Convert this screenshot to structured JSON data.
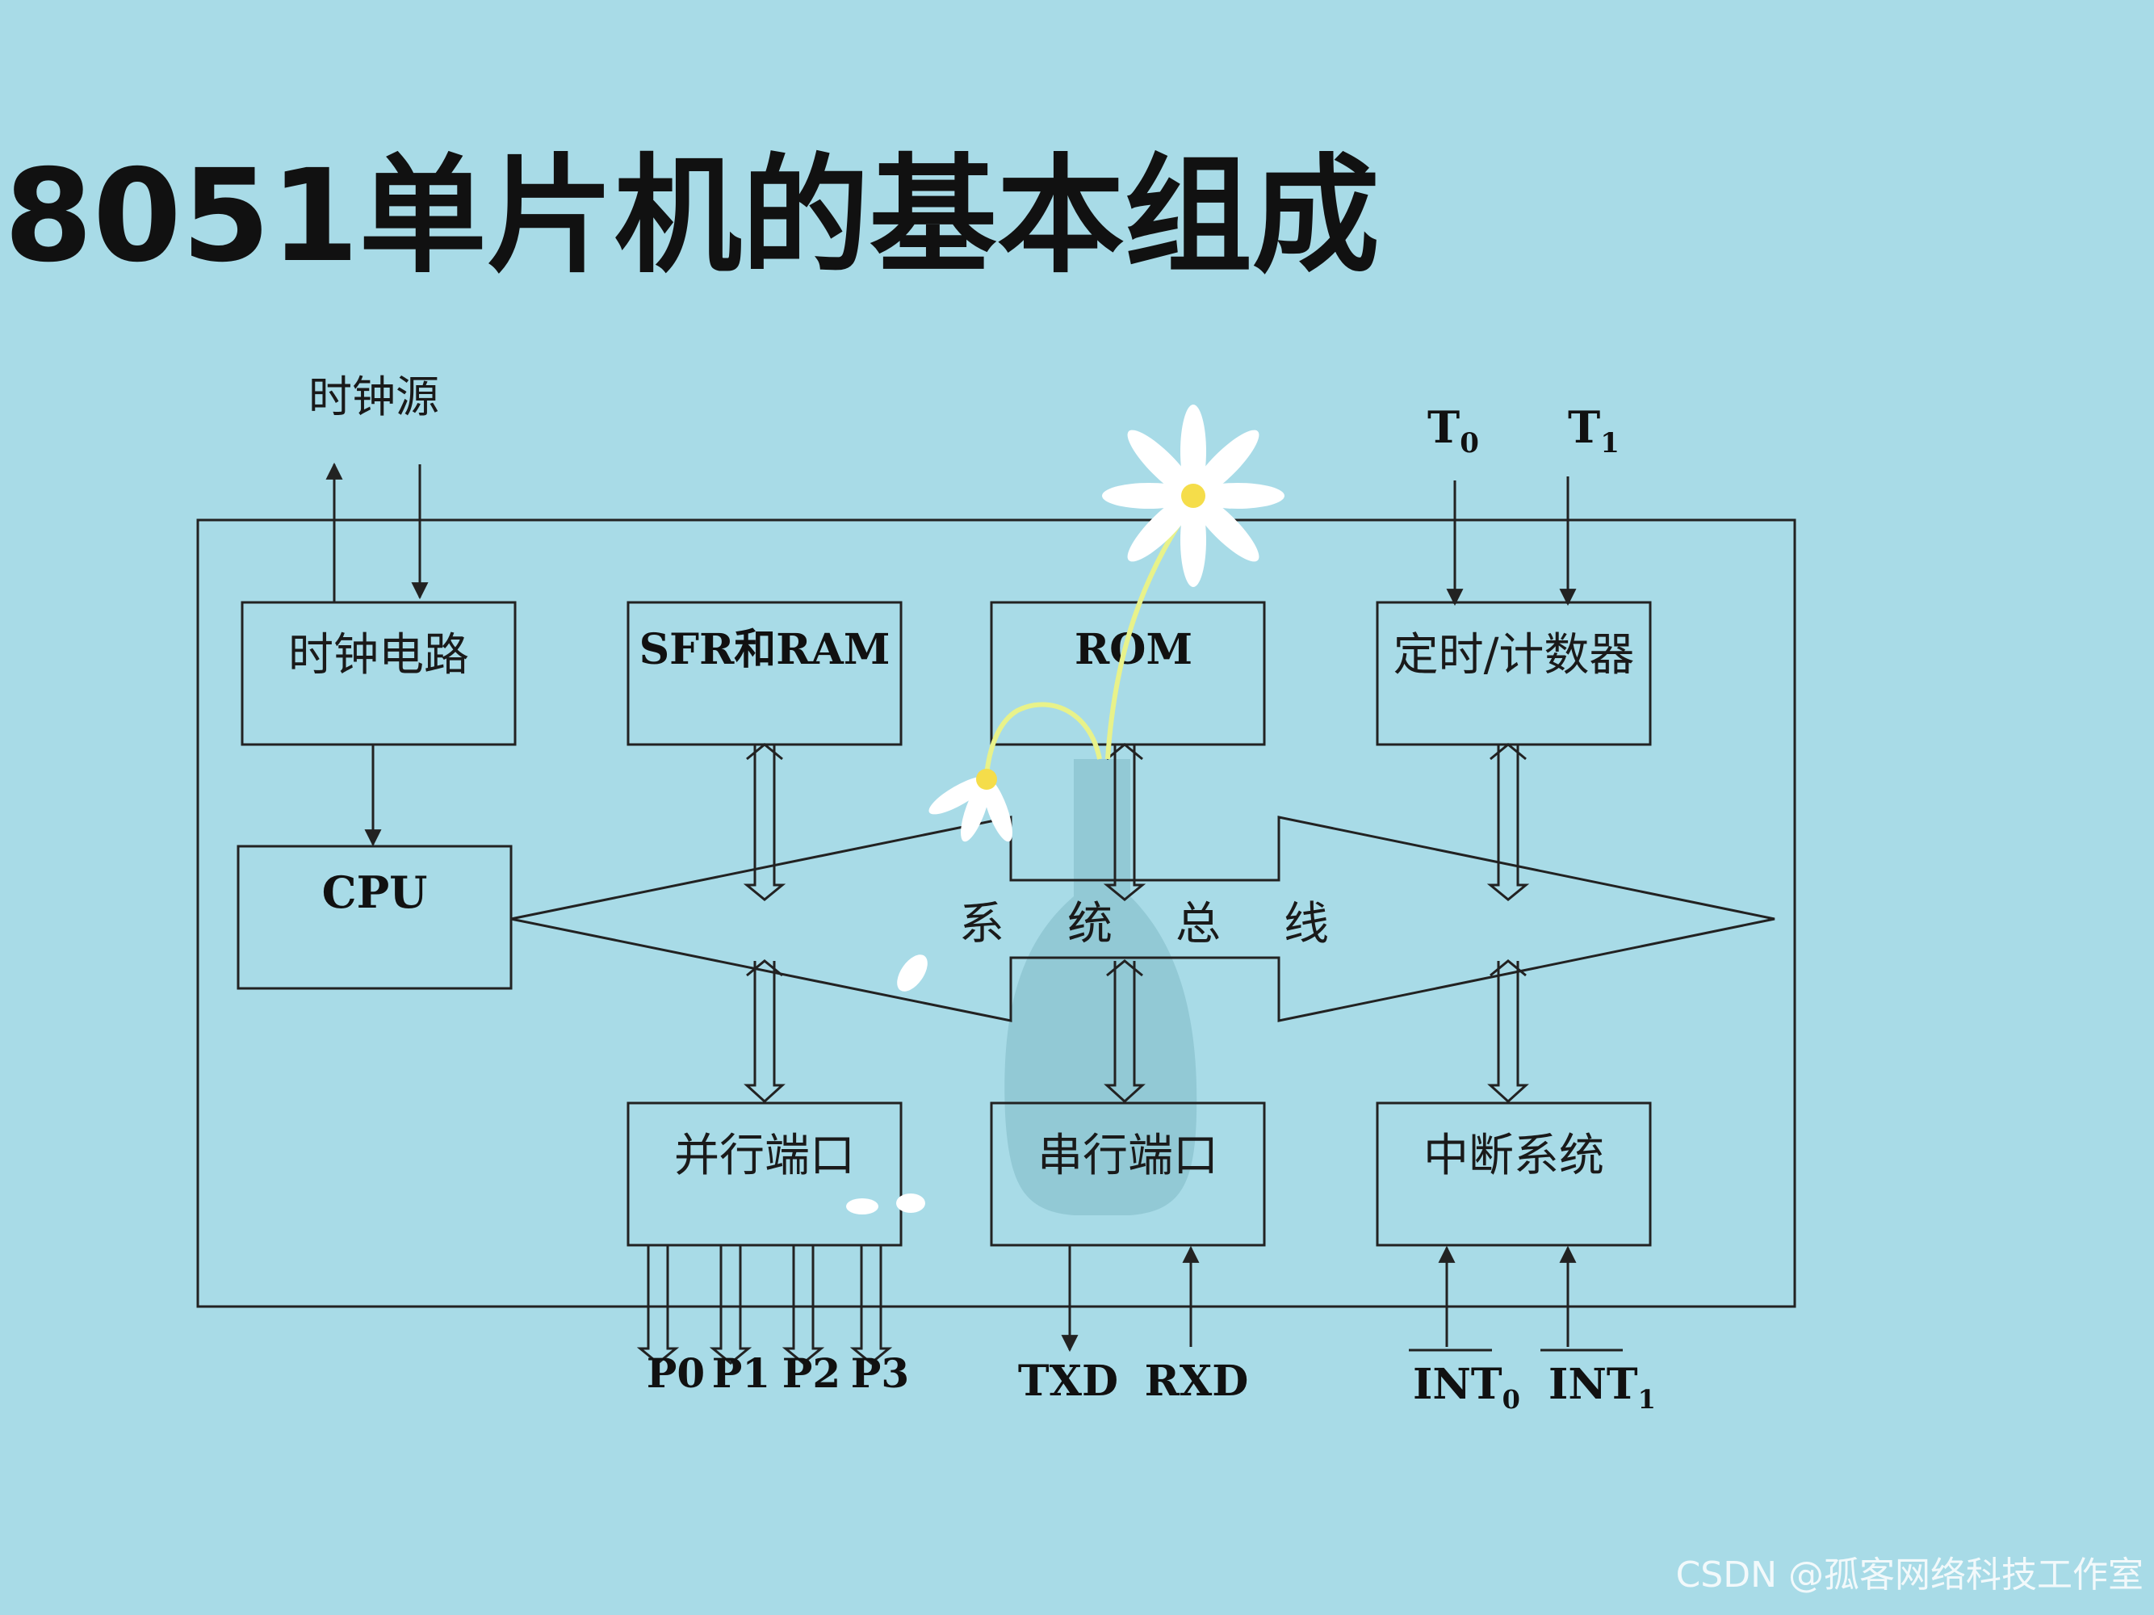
{
  "title": "8051单片机的基本组成",
  "clock_source": "时钟源",
  "timer_inputs": {
    "t0_base": "T",
    "t0_sub": "0",
    "t1_base": "T",
    "t1_sub": "1"
  },
  "blocks": {
    "clock_circuit": "时钟电路",
    "sfr_ram": "SFR和RAM",
    "rom": "ROM",
    "timer_counter": "定时/计数器",
    "cpu": "CPU",
    "parallel_port": "并行端口",
    "serial_port": "串行端口",
    "interrupt_system": "中断系统"
  },
  "bus_label": [
    "系",
    "统",
    "总",
    "线"
  ],
  "ports": [
    "P0",
    "P1",
    "P2",
    "P3"
  ],
  "serial_pins": {
    "txd": "TXD",
    "rxd": "RXD"
  },
  "interrupt_pins": {
    "int0_base": "INT",
    "int0_sub": "0",
    "int1_base": "INT",
    "int1_sub": "1"
  },
  "watermark": "CSDN @孤客网络科技工作室",
  "colors": {
    "background": "#a8dbe7",
    "stroke": "#222222",
    "flower_center": "#f5dd4a",
    "vase": "#7fb9c7"
  }
}
